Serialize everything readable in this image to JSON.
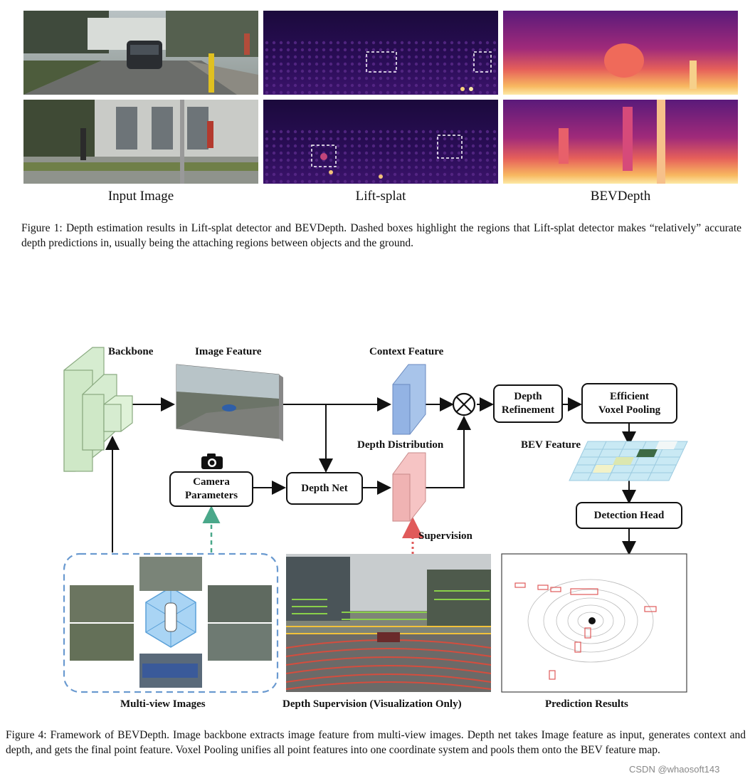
{
  "figure1": {
    "labels": [
      "Input Image",
      "Lift-splat",
      "BEVDepth"
    ],
    "caption": "Figure 1: Depth estimation results in Lift-splat detector and BEVDepth. Dashed boxes highlight the regions that Lift-splat detector makes “relatively” accurate depth predictions in, usually being the attaching regions between objects and the ground."
  },
  "figure4": {
    "labels": {
      "backbone": "Backbone",
      "image_feature": "Image Feature",
      "context_feature": "Context Feature",
      "depth_distribution": "Depth Distribution",
      "bev_feature": "BEV Feature",
      "supervision": "Supervision",
      "multi_view": "Multi-view Images",
      "depth_supervision": "Depth Supervision (Visualization Only)",
      "prediction_results": "Prediction Results"
    },
    "boxes": {
      "camera_parameters": [
        "Camera",
        "Parameters"
      ],
      "depth_net": "Depth Net",
      "depth_refinement": [
        "Depth",
        "Refinement"
      ],
      "voxel_pooling": [
        "Efficient",
        "Voxel Pooling"
      ],
      "detection_head": "Detection Head"
    },
    "caption": "Figure 4: Framework of BEVDepth. Image backbone extracts image feature from multi-view images. Depth net takes Image feature as input, generates context and depth, and gets the final point feature. Voxel Pooling unifies all point features into one coordinate system and pools them onto the BEV feature map."
  },
  "watermark": "CSDN @whaosoft143",
  "icons": [
    "camera-icon",
    "multiply-icon",
    "car-icon"
  ]
}
